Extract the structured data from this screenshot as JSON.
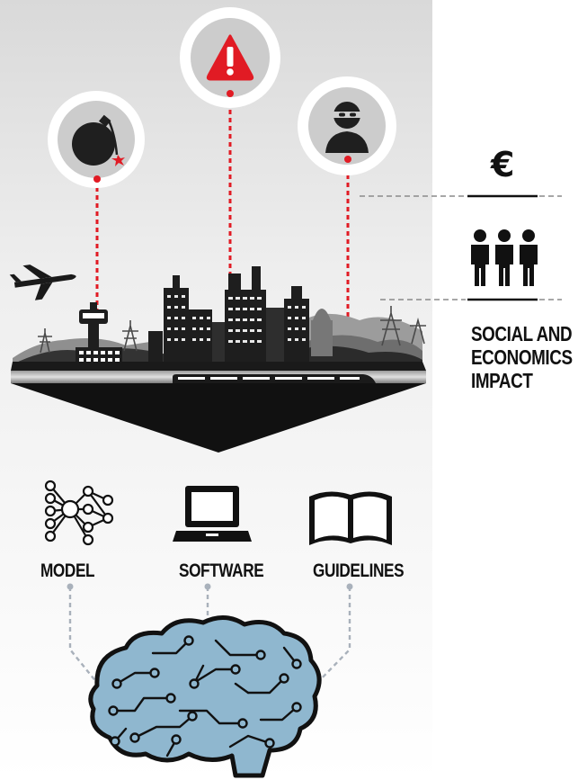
{
  "labels": {
    "model": "MODEL",
    "software": "SOFTWARE",
    "guidelines": "GUIDELINES",
    "impact": "SOCIAL AND ECONOMICS IMPACT",
    "euro": "€"
  },
  "icons": {
    "threats": [
      "bomb-icon",
      "warning-icon",
      "burglar-icon"
    ],
    "impact": [
      "euro-icon",
      "people-icon"
    ],
    "outputs": [
      "neural-network-icon",
      "laptop-icon",
      "book-icon"
    ],
    "bottom": "brain-circuit-icon"
  },
  "colors": {
    "threat_red": "#e11b24",
    "connector_red": "#e11b24",
    "brain_fill": "#8fb7cf",
    "ink": "#1a1a1a",
    "connector_grey": "#a9b1bb"
  }
}
